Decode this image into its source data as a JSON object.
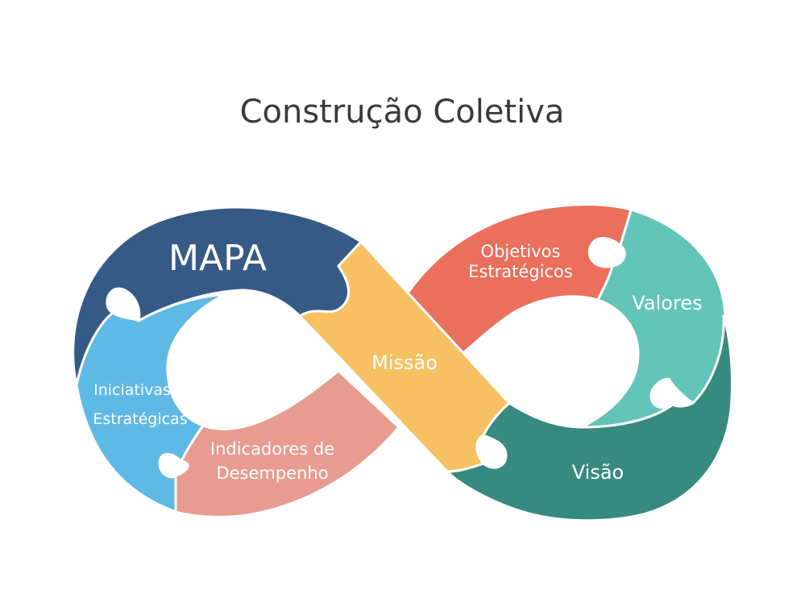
{
  "title": "Construção Coletiva",
  "colors": {
    "mapa": "#365a86",
    "iniciativas": "#5fb9e5",
    "indicadores": "#e89b90",
    "missao": "#f7c163",
    "objetivos": "#ea6f5c",
    "valores": "#62c5b8",
    "visao": "#378a7f",
    "title_text": "#3a3a3a"
  },
  "pieces": {
    "mapa": {
      "label": "MAPA"
    },
    "iniciativas": {
      "line1": "Iniciativas",
      "line2": "Estratégicas"
    },
    "indicadores": {
      "line1": "Indicadores de",
      "line2": "Desempenho"
    },
    "missao": {
      "label": "Missão"
    },
    "objetivos": {
      "line1": "Objetivos",
      "line2": "Estratégicos"
    },
    "valores": {
      "label": "Valores"
    },
    "visao": {
      "label": "Visão"
    }
  }
}
